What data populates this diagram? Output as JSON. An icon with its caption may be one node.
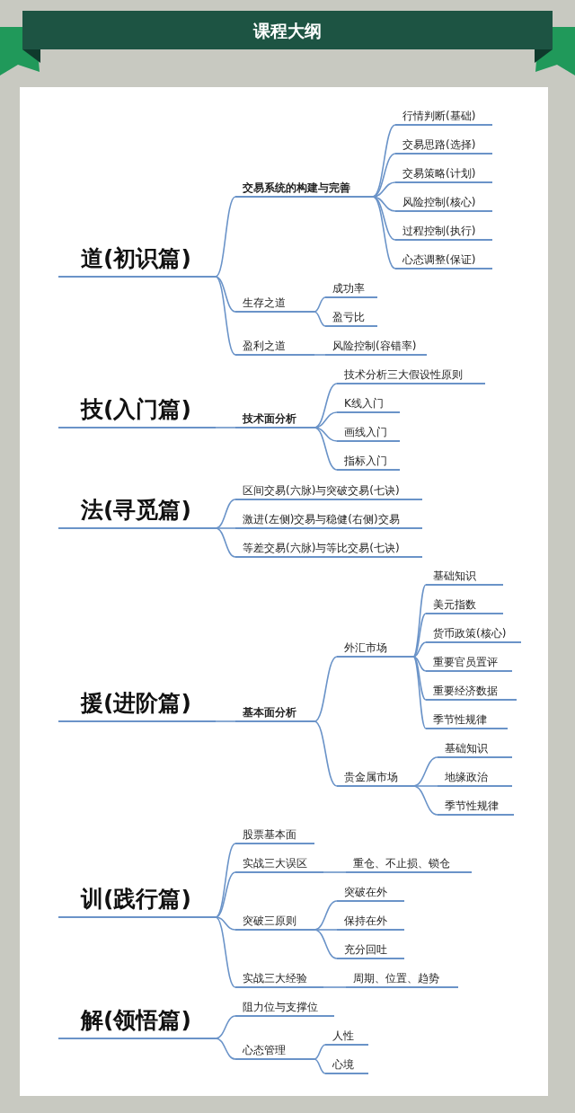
{
  "diagram": {
    "title": "课程大纲",
    "nodes": [
      {
        "text": [
          "道(初识篇)"
        ]
      },
      {
        "text": [
          "交易系统的构建与完善"
        ]
      },
      {
        "text": [
          "行情判断(基础)"
        ]
      },
      {
        "text": [
          "交易思路(选择)"
        ]
      },
      {
        "text": [
          "交易策略(计划)"
        ]
      },
      {
        "text": [
          "风险控制(核心)"
        ]
      },
      {
        "text": [
          "过程控制(执行)"
        ]
      },
      {
        "text": [
          "心态调整(保证)"
        ]
      },
      {
        "text": [
          "生存之道"
        ]
      },
      {
        "text": [
          "成功率"
        ]
      },
      {
        "text": [
          "盈亏比"
        ]
      },
      {
        "text": [
          "盈利之道"
        ]
      },
      {
        "text": [
          "风险控制(容错率)"
        ]
      },
      {
        "text": [
          "技(入门篇)"
        ]
      },
      {
        "text": [
          "技术面分析"
        ]
      },
      {
        "text": [
          "技术分析三大假设性原则"
        ]
      },
      {
        "text": [
          "K线入门"
        ]
      },
      {
        "text": [
          "画线入门"
        ]
      },
      {
        "text": [
          "指标入门"
        ]
      },
      {
        "text": [
          "法(寻觅篇)"
        ]
      },
      {
        "text": [
          "区间交易(六脉)与突破交易(七诀)"
        ]
      },
      {
        "text": [
          "激进(左侧)交易与稳健(右侧)交易"
        ]
      },
      {
        "text": [
          "等差交易(六脉)与等比交易(七诀)"
        ]
      },
      {
        "text": [
          "援(进阶篇)"
        ]
      },
      {
        "text": [
          "基本面分析"
        ]
      },
      {
        "text": [
          "外汇市场"
        ]
      },
      {
        "text": [
          "基础知识"
        ]
      },
      {
        "text": [
          "美元指数"
        ]
      },
      {
        "text": [
          "货币政策(核心)"
        ]
      },
      {
        "text": [
          "重要官员置评"
        ]
      },
      {
        "text": [
          "重要经济数据"
        ]
      },
      {
        "text": [
          "季节性规律"
        ]
      },
      {
        "text": [
          "贵金属市场"
        ]
      },
      {
        "text": [
          "基础知识"
        ]
      },
      {
        "text": [
          "地缘政治"
        ]
      },
      {
        "text": [
          "季节性规律"
        ]
      },
      {
        "text": [
          "训(践行篇)"
        ]
      },
      {
        "text": [
          "股票基本面"
        ]
      },
      {
        "text": [
          "实战三大误区"
        ]
      },
      {
        "text": [
          "重仓、不止损、锁仓"
        ]
      },
      {
        "text": [
          "突破三原则"
        ]
      },
      {
        "text": [
          "突破在外"
        ]
      },
      {
        "text": [
          "保持在外"
        ]
      },
      {
        "text": [
          "充分回吐"
        ]
      },
      {
        "text": [
          "实战三大经验"
        ]
      },
      {
        "text": [
          "周期、位置、趋势"
        ]
      },
      {
        "text": [
          "解(领悟篇)"
        ]
      },
      {
        "text": [
          "阻力位与支撑位"
        ]
      },
      {
        "text": [
          "心态管理"
        ]
      },
      {
        "text": [
          "人性"
        ]
      },
      {
        "text": [
          "心境"
        ]
      }
    ],
    "edges": [
      {
        "from": 0,
        "to": 1,
        "arrow": "none"
      },
      {
        "from": 1,
        "to": 2,
        "arrow": "none"
      },
      {
        "from": 1,
        "to": 3,
        "arrow": "none"
      },
      {
        "from": 1,
        "to": 4,
        "arrow": "none"
      },
      {
        "from": 1,
        "to": 5,
        "arrow": "none"
      },
      {
        "from": 1,
        "to": 6,
        "arrow": "none"
      },
      {
        "from": 1,
        "to": 7,
        "arrow": "none"
      },
      {
        "from": 0,
        "to": 8,
        "arrow": "none"
      },
      {
        "from": 8,
        "to": 9,
        "arrow": "none"
      },
      {
        "from": 8,
        "to": 10,
        "arrow": "none"
      },
      {
        "from": 0,
        "to": 11,
        "arrow": "none"
      },
      {
        "from": 11,
        "to": 12,
        "arrow": "none"
      },
      {
        "from": 13,
        "to": 14,
        "arrow": "none"
      },
      {
        "from": 14,
        "to": 15,
        "arrow": "none"
      },
      {
        "from": 14,
        "to": 16,
        "arrow": "none"
      },
      {
        "from": 14,
        "to": 17,
        "arrow": "none"
      },
      {
        "from": 14,
        "to": 18,
        "arrow": "none"
      },
      {
        "from": 19,
        "to": 20,
        "arrow": "none"
      },
      {
        "from": 19,
        "to": 21,
        "arrow": "none"
      },
      {
        "from": 19,
        "to": 22,
        "arrow": "none"
      },
      {
        "from": 23,
        "to": 24,
        "arrow": "none"
      },
      {
        "from": 24,
        "to": 25,
        "arrow": "none"
      },
      {
        "from": 25,
        "to": 26,
        "arrow": "none"
      },
      {
        "from": 25,
        "to": 27,
        "arrow": "none"
      },
      {
        "from": 25,
        "to": 28,
        "arrow": "none"
      },
      {
        "from": 25,
        "to": 29,
        "arrow": "none"
      },
      {
        "from": 25,
        "to": 30,
        "arrow": "none"
      },
      {
        "from": 25,
        "to": 31,
        "arrow": "none"
      },
      {
        "from": 24,
        "to": 32,
        "arrow": "none"
      },
      {
        "from": 32,
        "to": 33,
        "arrow": "none"
      },
      {
        "from": 32,
        "to": 34,
        "arrow": "none"
      },
      {
        "from": 32,
        "to": 35,
        "arrow": "none"
      },
      {
        "from": 36,
        "to": 37,
        "arrow": "none"
      },
      {
        "from": 36,
        "to": 38,
        "arrow": "none"
      },
      {
        "from": 38,
        "to": 39,
        "arrow": "none"
      },
      {
        "from": 36,
        "to": 40,
        "arrow": "none"
      },
      {
        "from": 40,
        "to": 41,
        "arrow": "none"
      },
      {
        "from": 40,
        "to": 42,
        "arrow": "none"
      },
      {
        "from": 40,
        "to": 43,
        "arrow": "none"
      },
      {
        "from": 36,
        "to": 44,
        "arrow": "none"
      },
      {
        "from": 44,
        "to": 45,
        "arrow": "none"
      },
      {
        "from": 46,
        "to": 47,
        "arrow": "none"
      },
      {
        "from": 46,
        "to": 48,
        "arrow": "none"
      },
      {
        "from": 48,
        "to": 49,
        "arrow": "none"
      },
      {
        "from": 48,
        "to": 50,
        "arrow": "none"
      }
    ]
  }
}
